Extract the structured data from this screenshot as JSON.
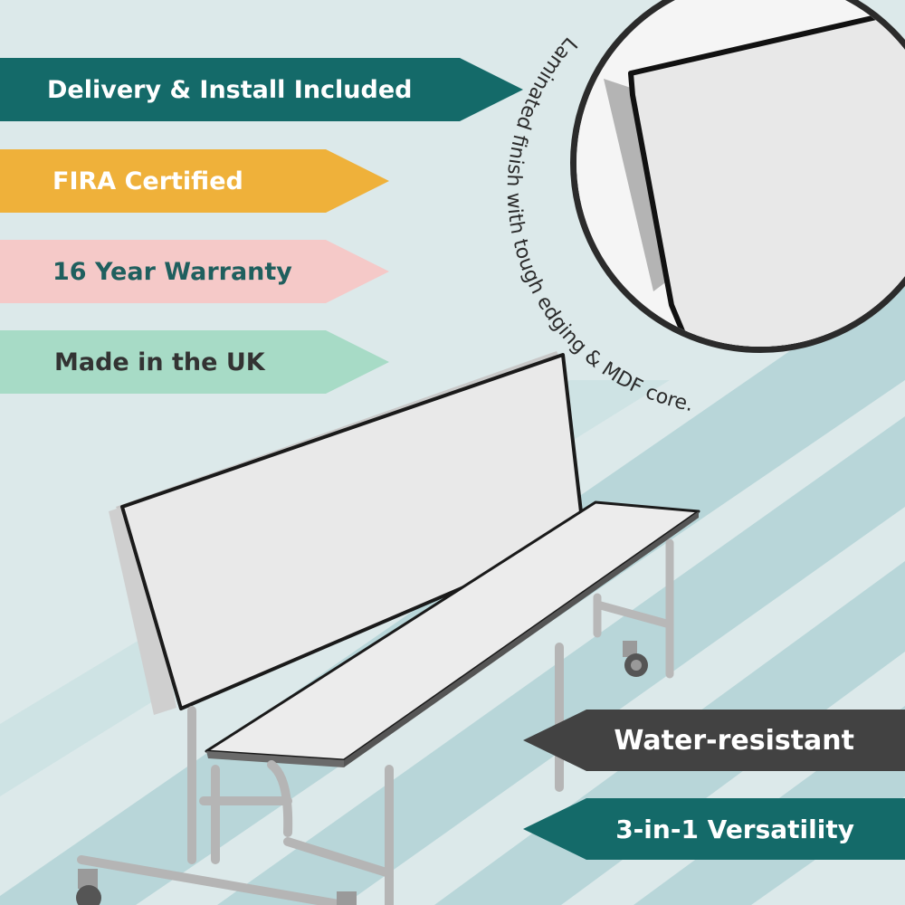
{
  "colors": {
    "background": "#dce9ea",
    "stripe": "#b8d6d9",
    "teal": "#146a69",
    "yellow": "#efb13a",
    "pink": "#f5c9c8",
    "mint": "#a7dbc6",
    "dark_gray": "#424242",
    "white": "#ffffff",
    "dark_text": "#1f5f5e",
    "charcoal_text": "#333333"
  },
  "tags": {
    "delivery": "Delivery & Install Included",
    "fira": "FIRA Certified",
    "warranty": "16 Year Warranty",
    "made_in_uk": "Made in the UK",
    "water": "Water-resistant",
    "versatility": "3-in-1 Versatility"
  },
  "caption": "Laminated finish with tough edging & MDF core.",
  "icons": {
    "zoom_detail": "laminate-edge-closeup",
    "product": "folding-bench-table"
  }
}
